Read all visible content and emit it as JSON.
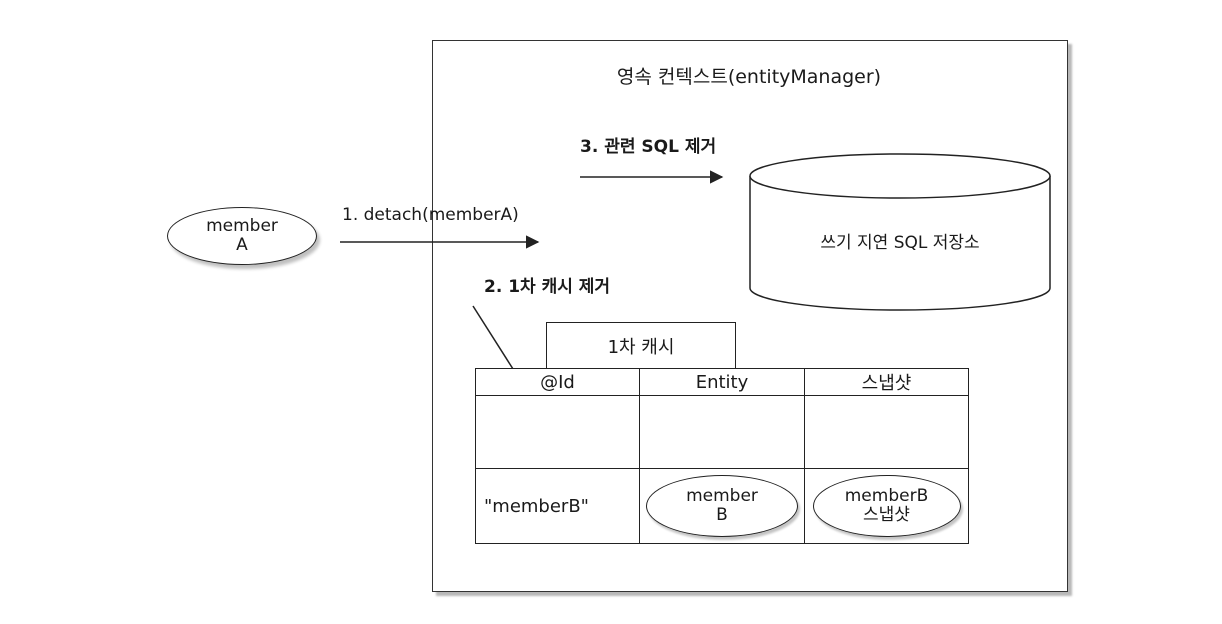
{
  "context_title": "영속 컨텍스트(entityManager)",
  "member_a": {
    "line1": "member",
    "line2": "A"
  },
  "steps": {
    "detach": "1. detach(memberA)",
    "remove_cache": "2. 1차 캐시 제거",
    "remove_sql": "3. 관련 SQL 제거"
  },
  "sql_store_label": "쓰기 지연 SQL 저장소",
  "cache": {
    "tab_label": "1차 캐시",
    "columns": [
      "@Id",
      "Entity",
      "스냅샷"
    ],
    "row": {
      "id": "\"memberB\"",
      "entity": {
        "line1": "member",
        "line2": "B"
      },
      "snapshot": {
        "line1": "memberB",
        "line2": "스냅샷"
      }
    }
  }
}
